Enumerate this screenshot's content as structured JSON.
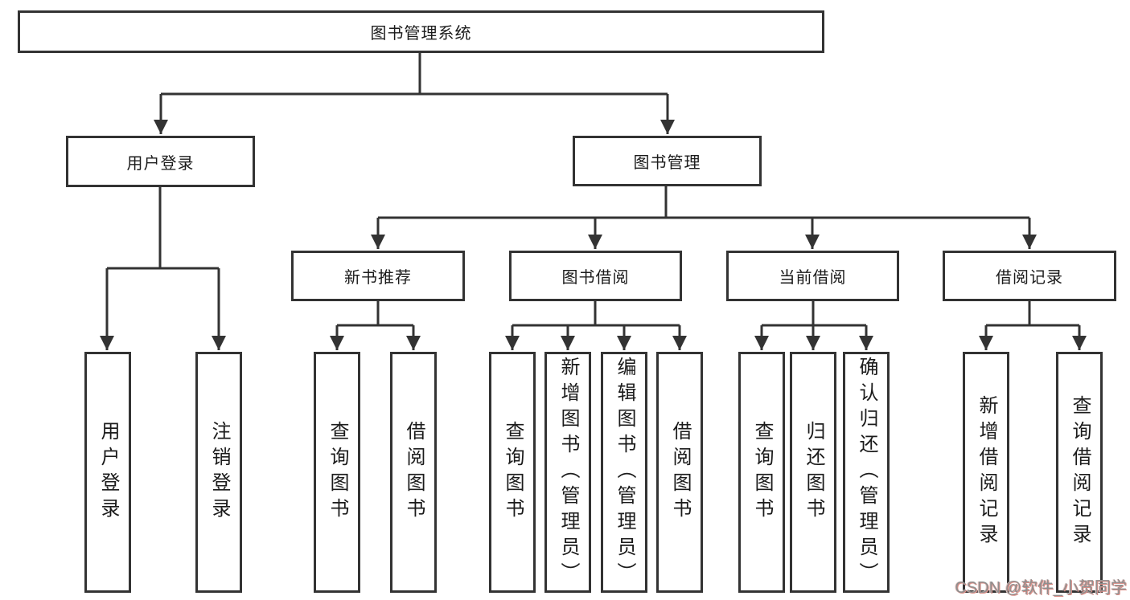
{
  "diagram": {
    "title": "图书管理系统",
    "root": {
      "label": "图书管理系统"
    },
    "branches": [
      {
        "label": "用户登录",
        "children": [
          {
            "label": "用户登录"
          },
          {
            "label": "注销登录"
          }
        ]
      },
      {
        "label": "图书管理",
        "children": [
          {
            "label": "新书推荐",
            "children": [
              {
                "label": "查询图书"
              },
              {
                "label": "借阅图书"
              }
            ]
          },
          {
            "label": "图书借阅",
            "children": [
              {
                "label": "查询图书"
              },
              {
                "label": "新增图书（管理员）"
              },
              {
                "label": "编辑图书（管理员）"
              },
              {
                "label": "借阅图书"
              }
            ]
          },
          {
            "label": "当前借阅",
            "children": [
              {
                "label": "查询图书"
              },
              {
                "label": "归还图书"
              },
              {
                "label": "确认归还（管理员）"
              }
            ]
          },
          {
            "label": "借阅记录",
            "children": [
              {
                "label": "新增借阅记录"
              },
              {
                "label": "查询借阅记录"
              }
            ]
          }
        ]
      }
    ]
  },
  "watermark": {
    "text": "CSDN @软件_小贺同学"
  },
  "colors": {
    "line": "#333333",
    "box_border": "#333333",
    "text": "#1b1b1b",
    "watermark": "#8f8f8f",
    "background": "#ffffff"
  }
}
